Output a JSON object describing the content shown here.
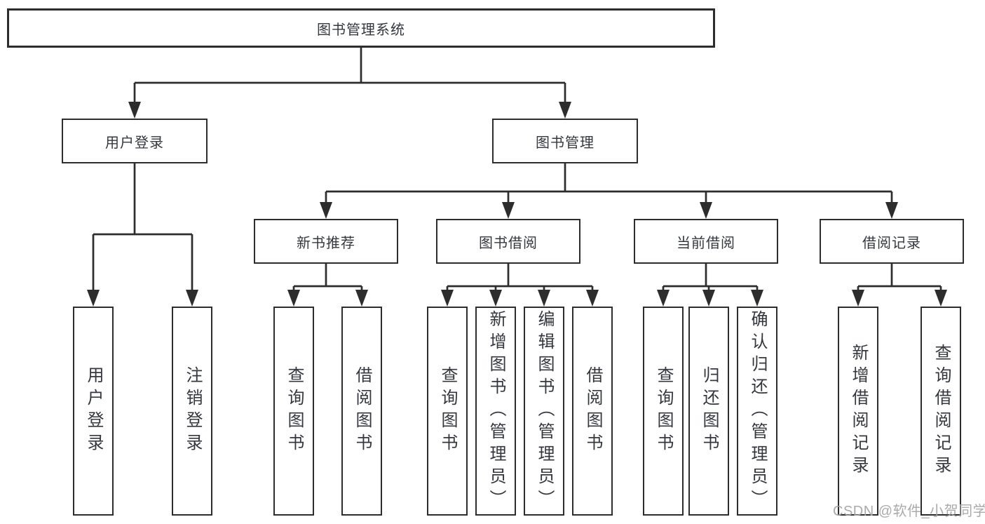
{
  "tree": {
    "root": {
      "label": "图书管理系统",
      "children": [
        {
          "label": "用户登录",
          "children": [
            {
              "label": "用户登录"
            },
            {
              "label": "注销登录"
            }
          ]
        },
        {
          "label": "图书管理",
          "children": [
            {
              "label": "新书推荐",
              "children": [
                {
                  "label": "查询图书"
                },
                {
                  "label": "借阅图书"
                }
              ]
            },
            {
              "label": "图书借阅",
              "children": [
                {
                  "label": "查询图书"
                },
                {
                  "label": "新增图书（管理员）"
                },
                {
                  "label": "编辑图书（管理员）"
                },
                {
                  "label": "借阅图书"
                }
              ]
            },
            {
              "label": "当前借阅",
              "children": [
                {
                  "label": "查询图书"
                },
                {
                  "label": "归还图书"
                },
                {
                  "label": "确认归还（管理员）"
                }
              ]
            },
            {
              "label": "借阅记录",
              "children": [
                {
                  "label": "新增借阅记录"
                },
                {
                  "label": "查询借阅记录"
                }
              ]
            }
          ]
        }
      ]
    }
  },
  "watermark": {
    "text": "CSDN @软件_小贺同学"
  },
  "colors": {
    "line": "#2d2d2d",
    "box_border": "#2d2d2d",
    "text": "#34383e",
    "watermark": "#a5a5a5",
    "background": "#ffffff"
  }
}
